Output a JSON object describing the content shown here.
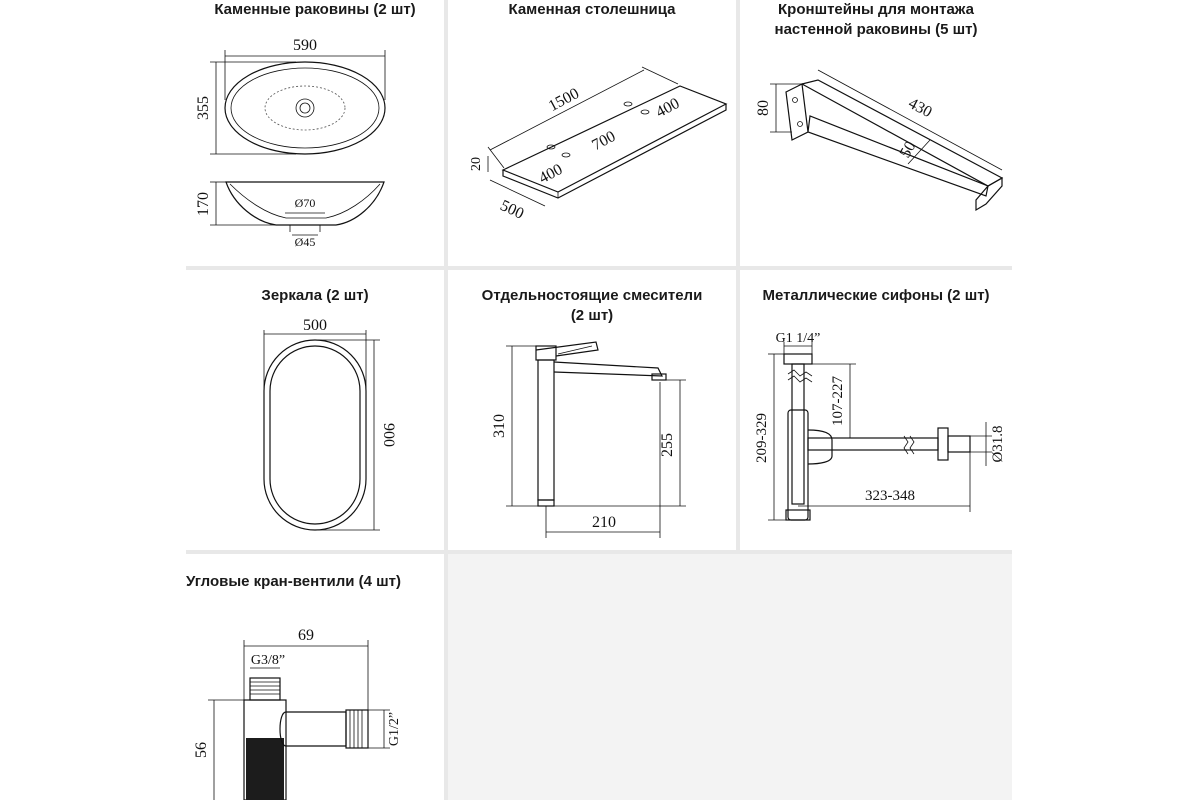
{
  "panels": {
    "sinks": {
      "title": "Каменные раковины (2 шт)",
      "dims": {
        "width": "590",
        "depth": "355",
        "height": "170",
        "drain_outer": "Ø70",
        "drain_inner": "Ø45"
      }
    },
    "countertop": {
      "title": "Каменная столешница",
      "dims": {
        "length": "1500",
        "thickness": "20",
        "width": "500",
        "hole_spacing": "700",
        "offset_left": "400",
        "offset_right": "400"
      }
    },
    "brackets": {
      "title_line1": "Кронштейны для монтажа",
      "title_line2": "настенной раковины (5 шт)",
      "dims": {
        "height": "80",
        "length": "430",
        "width": "50"
      }
    },
    "mirrors": {
      "title": "Зеркала (2 шт)",
      "dims": {
        "width": "500",
        "height": "900"
      }
    },
    "faucets": {
      "title_line1": "Отдельностоящие смесители",
      "title_line2": "(2 шт)",
      "dims": {
        "total_height": "310",
        "spout_height": "255",
        "reach": "210"
      }
    },
    "siphons": {
      "title": "Металлические сифоны (2 шт)",
      "dims": {
        "thread": "G1 1/4”",
        "adjust_height": "107-227",
        "total_height": "209-329",
        "length": "323-348",
        "diameter": "Ø31.8"
      }
    },
    "valves": {
      "title": "Угловые кран-вентили (4 шт)",
      "dims": {
        "length": "69",
        "inlet_thread": "G3/8”",
        "outlet_thread": "G1/2”",
        "height": "56"
      }
    }
  }
}
